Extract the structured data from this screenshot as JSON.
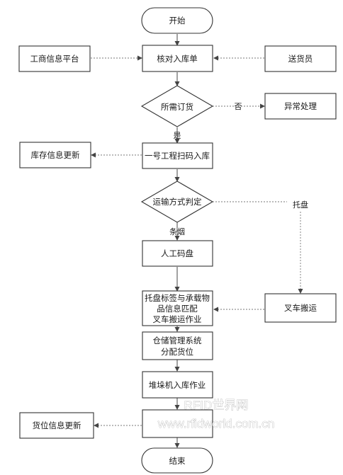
{
  "nodes": {
    "start": "开始",
    "check_order": "核对入库单",
    "ic_platform": "工商信息平台",
    "courier": "送货员",
    "required_goods": "所需订货",
    "exception": "异常处理",
    "scan_in": "一号工程扫码入库",
    "inventory_update": "库存信息更新",
    "transport_mode": "运输方式判定",
    "manual_stack": "人工码盘",
    "pallet_match": [
      "托盘标签与承载物",
      "品信息匹配",
      "叉车搬运作业"
    ],
    "forklift": "叉车搬运",
    "wms": [
      "仓储管理系统",
      "分配货位"
    ],
    "stacker": "堆垛机入库作业",
    "location_update": "货位信息更新",
    "end": "结束"
  },
  "edges": {
    "no": "否",
    "yes": "是",
    "cigarette": "条烟",
    "pallet": "托盘"
  },
  "watermark": {
    "line1": "RFID世界网",
    "line2": "www.rfidworld.com.cn"
  }
}
